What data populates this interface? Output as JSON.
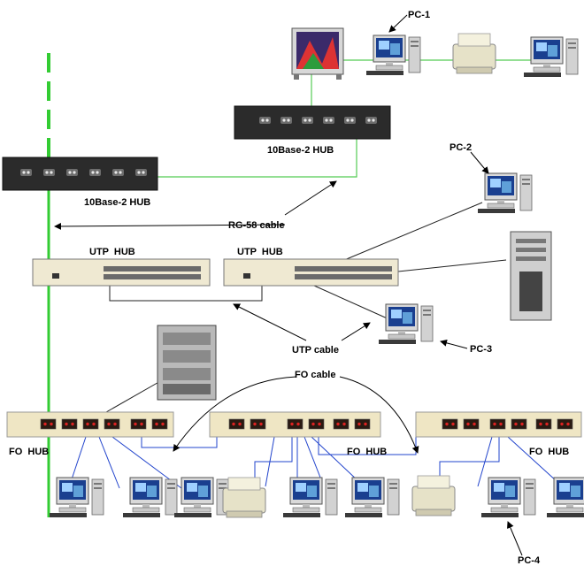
{
  "labels": {
    "pc1": "PC-1",
    "pc2": "PC-2",
    "pc3": "PC-3",
    "pc4": "PC-4",
    "hub_10base2_top": "10Base-2 HUB",
    "hub_10base2_left": "10Base-2 HUB",
    "rg58_cable": "RG-58 cable",
    "utp_hub_left": "UTP  HUB",
    "utp_hub_right": "UTP  HUB",
    "utp_cable": "UTP cable",
    "fo_cable": "FO cable",
    "fo_hub_left": "FO  HUB",
    "fo_hub_middle": "FO  HUB",
    "fo_hub_right": "FO  HUB"
  },
  "colors": {
    "backbone": "#33cc33",
    "link_green": "#55cc55",
    "link_blue": "#2244cc",
    "link_black": "#222222",
    "hub_dark": "#2b2b2b",
    "hub_beige": "#efe6c4",
    "fo_port": "#2a1a12",
    "fo_led": "#dd2222"
  }
}
